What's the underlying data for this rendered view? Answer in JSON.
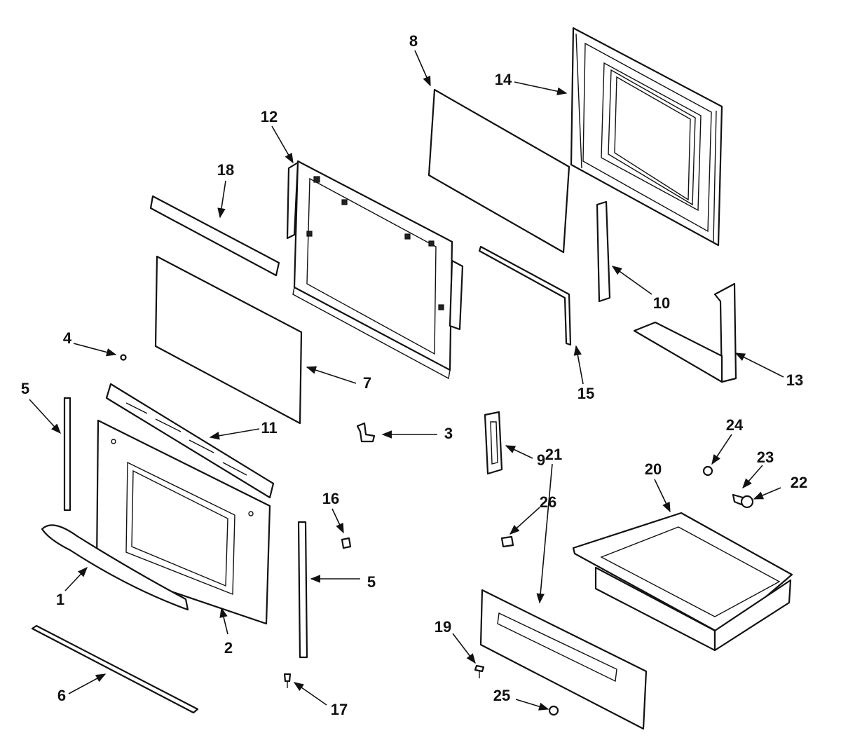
{
  "callouts": {
    "c1": "1",
    "c2": "2",
    "c3": "3",
    "c4": "4",
    "c5a": "5",
    "c5b": "5",
    "c6": "6",
    "c7": "7",
    "c8": "8",
    "c9": "9",
    "c10": "10",
    "c11": "11",
    "c12": "12",
    "c13": "13",
    "c14": "14",
    "c15": "15",
    "c16": "16",
    "c17": "17",
    "c18": "18",
    "c19": "19",
    "c20": "20",
    "c21": "21",
    "c22": "22",
    "c23": "23",
    "c24": "24",
    "c25": "25",
    "c26": "26"
  }
}
